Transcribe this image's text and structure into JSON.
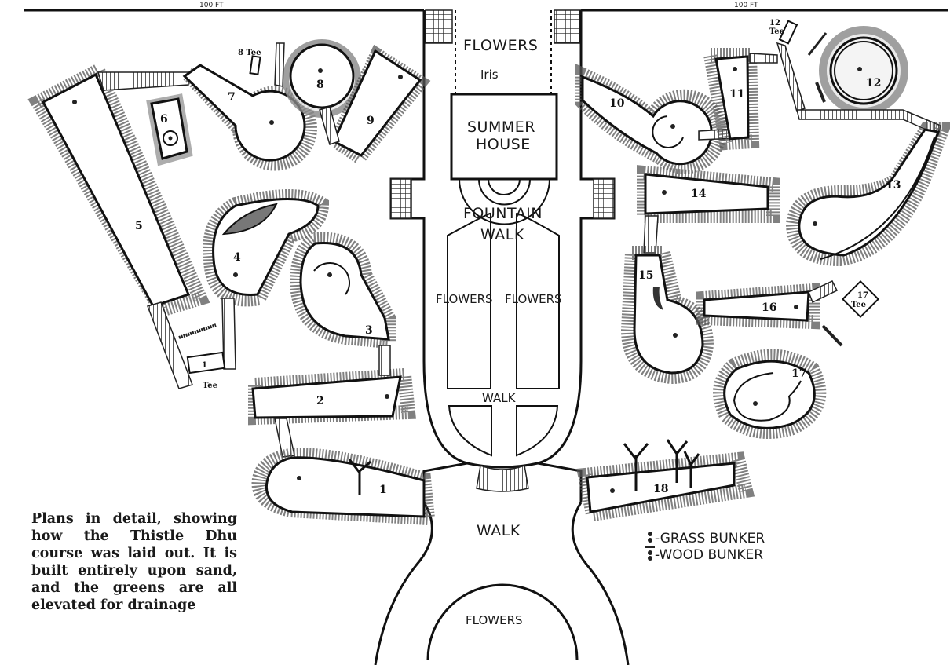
{
  "scale_bar": {
    "left_label": "100 FT",
    "right_label": "100 FT"
  },
  "garden": {
    "flowers_top": "FLOWERS",
    "iris": "Iris",
    "summer_house_line1": "SUMMER",
    "summer_house_line2": "HOUSE",
    "fountain": "FOUNTAIN",
    "walk_upper": "WALK",
    "flowers_left": "FLOWERS",
    "flowers_right": "FLOWERS",
    "walk_middle": "WALK",
    "walk_lower": "WALK",
    "flowers_bottom": "FLOWERS"
  },
  "holes": [
    {
      "number": "1"
    },
    {
      "number": "2"
    },
    {
      "number": "3"
    },
    {
      "number": "4"
    },
    {
      "number": "5"
    },
    {
      "number": "6"
    },
    {
      "number": "7"
    },
    {
      "number": "8"
    },
    {
      "number": "9"
    },
    {
      "number": "10"
    },
    {
      "number": "11"
    },
    {
      "number": "12"
    },
    {
      "number": "13"
    },
    {
      "number": "14"
    },
    {
      "number": "15"
    },
    {
      "number": "16"
    },
    {
      "number": "17"
    },
    {
      "number": "18"
    }
  ],
  "tees": {
    "tee_1": "Tee",
    "tee_8_num": "8",
    "tee_8": "Tee",
    "tee_12_num": "12",
    "tee_12": "Tee",
    "tee_17_num": "17",
    "tee_17": "Tee"
  },
  "legend": {
    "grass_bunker": "-GRASS BUNKER",
    "wood_bunker": "-WOOD BUNKER"
  },
  "caption": "Plans in detail, showing how the Thistle Dhu course was laid out. It is built entirely upon sand, and the greens are all elevated for drainage"
}
